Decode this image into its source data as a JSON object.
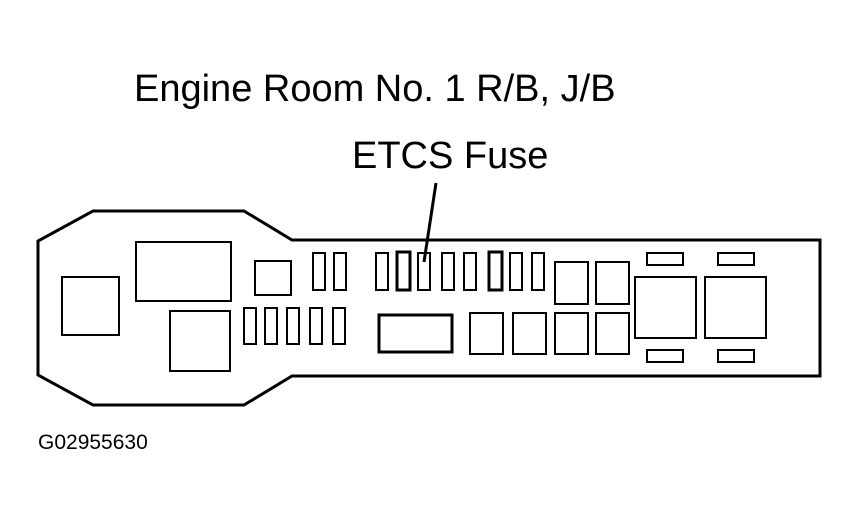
{
  "diagram": {
    "title": "Engine Room No. 1 R/B, J/B",
    "callout_label": "ETCS Fuse",
    "figure_id": "G02955630"
  }
}
